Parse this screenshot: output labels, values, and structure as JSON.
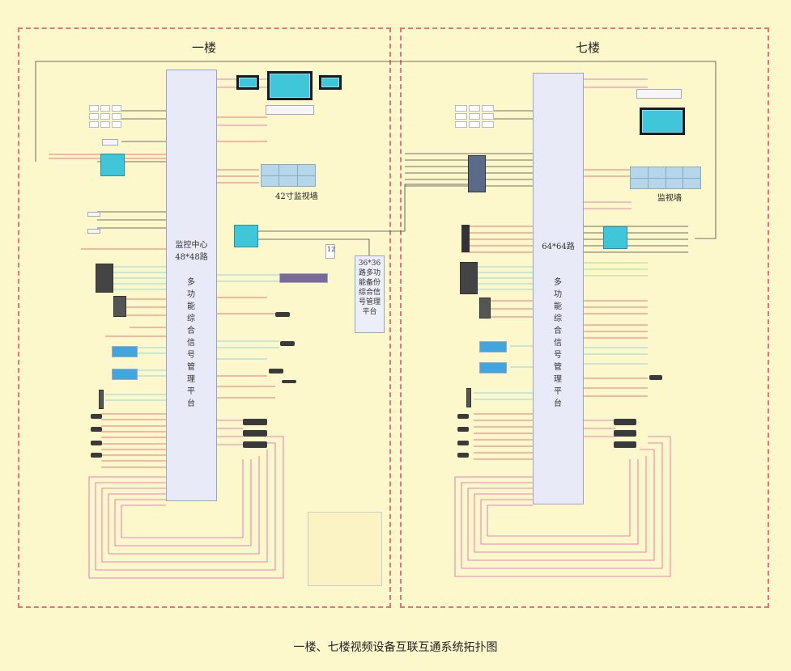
{
  "floors": {
    "left_title": "一楼",
    "right_title": "七楼"
  },
  "left_platform": {
    "title_line1": "监控中心",
    "title_line2": "48*48路",
    "vertical": "多功能综合信号管理平台"
  },
  "right_platform": {
    "title": "64*64路",
    "vertical": "多功能综合信号管理平台"
  },
  "backup_platform": {
    "text": "36*36路多功能备份综合信号管理平台"
  },
  "left_wall_label": "42寸监视墙",
  "right_wall_label": "监视墙",
  "small_box_label": "12",
  "caption": "一楼、七楼视频设备互联互通系统拓扑图",
  "colors": {
    "background": "#fdf7cc",
    "dashed_border": "#e0767a",
    "platform": "#e8eaf8",
    "line_red": "#e0505a",
    "line_green": "#8fcf6a",
    "line_cyan": "#6ccde0",
    "line_pink": "#e060b0",
    "line_dark": "#333333"
  },
  "legend": {
    "title": "",
    "items": [
      "",
      "",
      "",
      "",
      "",
      ""
    ]
  }
}
